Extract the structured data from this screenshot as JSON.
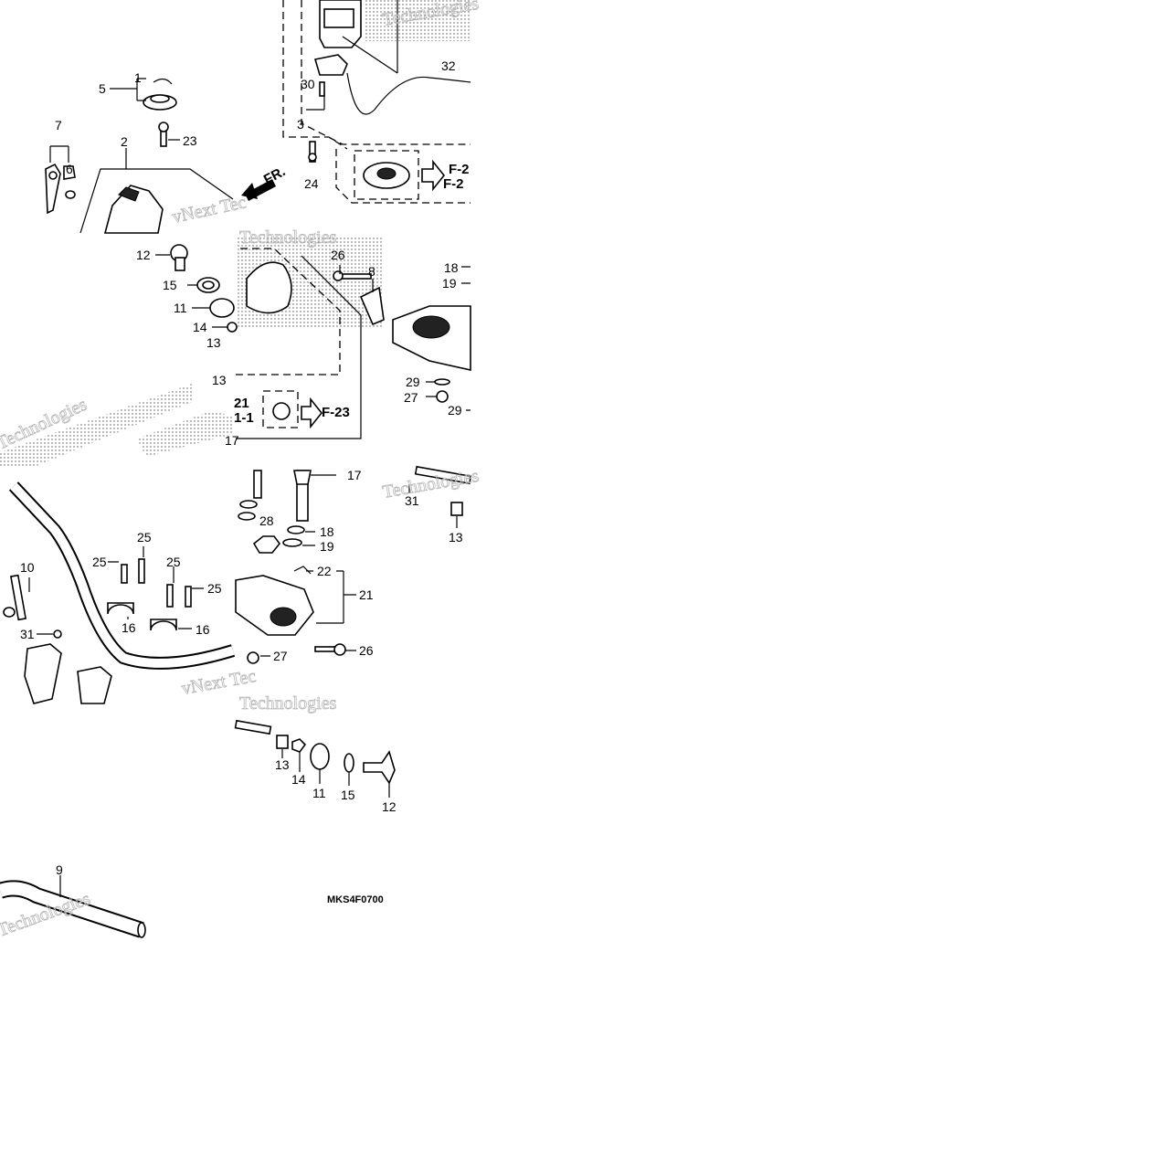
{
  "diagram": {
    "drawing_code": "MKS4F0700",
    "front_marker": "FR.",
    "watermark": [
      "Technologies",
      "vNext Tec",
      "Technologies",
      "Technologies"
    ],
    "part_numbers": {
      "n1": "1",
      "n2": "2",
      "n3": "3",
      "n5": "5",
      "n6": "6",
      "n7": "7",
      "n8": "8",
      "n9": "9",
      "n10": "10",
      "n11a": "11",
      "n11b": "11",
      "n12a": "12",
      "n12b": "12",
      "n13a": "13",
      "n13b": "13",
      "n13c": "13",
      "n13d": "13",
      "n14a": "14",
      "n14b": "14",
      "n15a": "15",
      "n15b": "15",
      "n16a": "16",
      "n16b": "16",
      "n17a": "17",
      "n17b": "17",
      "n18a": "18",
      "n18b": "18",
      "n19a": "19",
      "n19b": "19",
      "n21": "21",
      "n22": "22",
      "n23": "23",
      "n24": "24",
      "n25a": "25",
      "n25b": "25",
      "n25c": "25",
      "n25d": "25",
      "n26a": "26",
      "n26b": "26",
      "n27a": "27",
      "n27b": "27",
      "n28": "28",
      "n29a": "29",
      "n29b": "29",
      "n30": "30",
      "n31a": "31",
      "n31b": "31",
      "n32": "32"
    },
    "references": {
      "f2_top": "F-2",
      "f2_bottom": "F-2",
      "f23": "F-23",
      "side_21": "21",
      "side_1_1": "1-1"
    }
  }
}
